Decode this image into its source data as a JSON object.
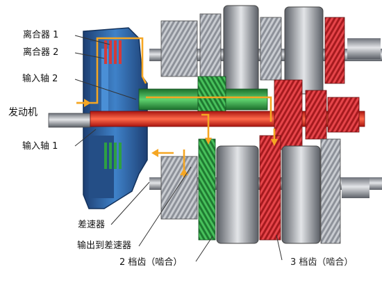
{
  "labels": {
    "clutch1": "离合器 1",
    "clutch2": "离合器 2",
    "input_shaft2": "输入轴 2",
    "engine": "发动机",
    "input_shaft1": "输入轴 1",
    "differential": "差速器",
    "output_to_diff": "输出到差速器",
    "gear2": "2 档齿（啮合）",
    "gear3": "3 档齿（啮合）"
  },
  "colors": {
    "clutch_housing": "#2f6fb3",
    "clutch_dark": "#1d3f73",
    "clutch_disc_red": "#d43a3a",
    "input_shaft_red": "#e8251f",
    "input_shaft_green": "#2ea043",
    "gear_green": "#2a9a3e",
    "gear_red": "#d8262c",
    "gear_steel": "#a9adb3",
    "gear_steel_dark": "#6c7078",
    "power_flow": "#f5a623",
    "leader": "#333333"
  }
}
